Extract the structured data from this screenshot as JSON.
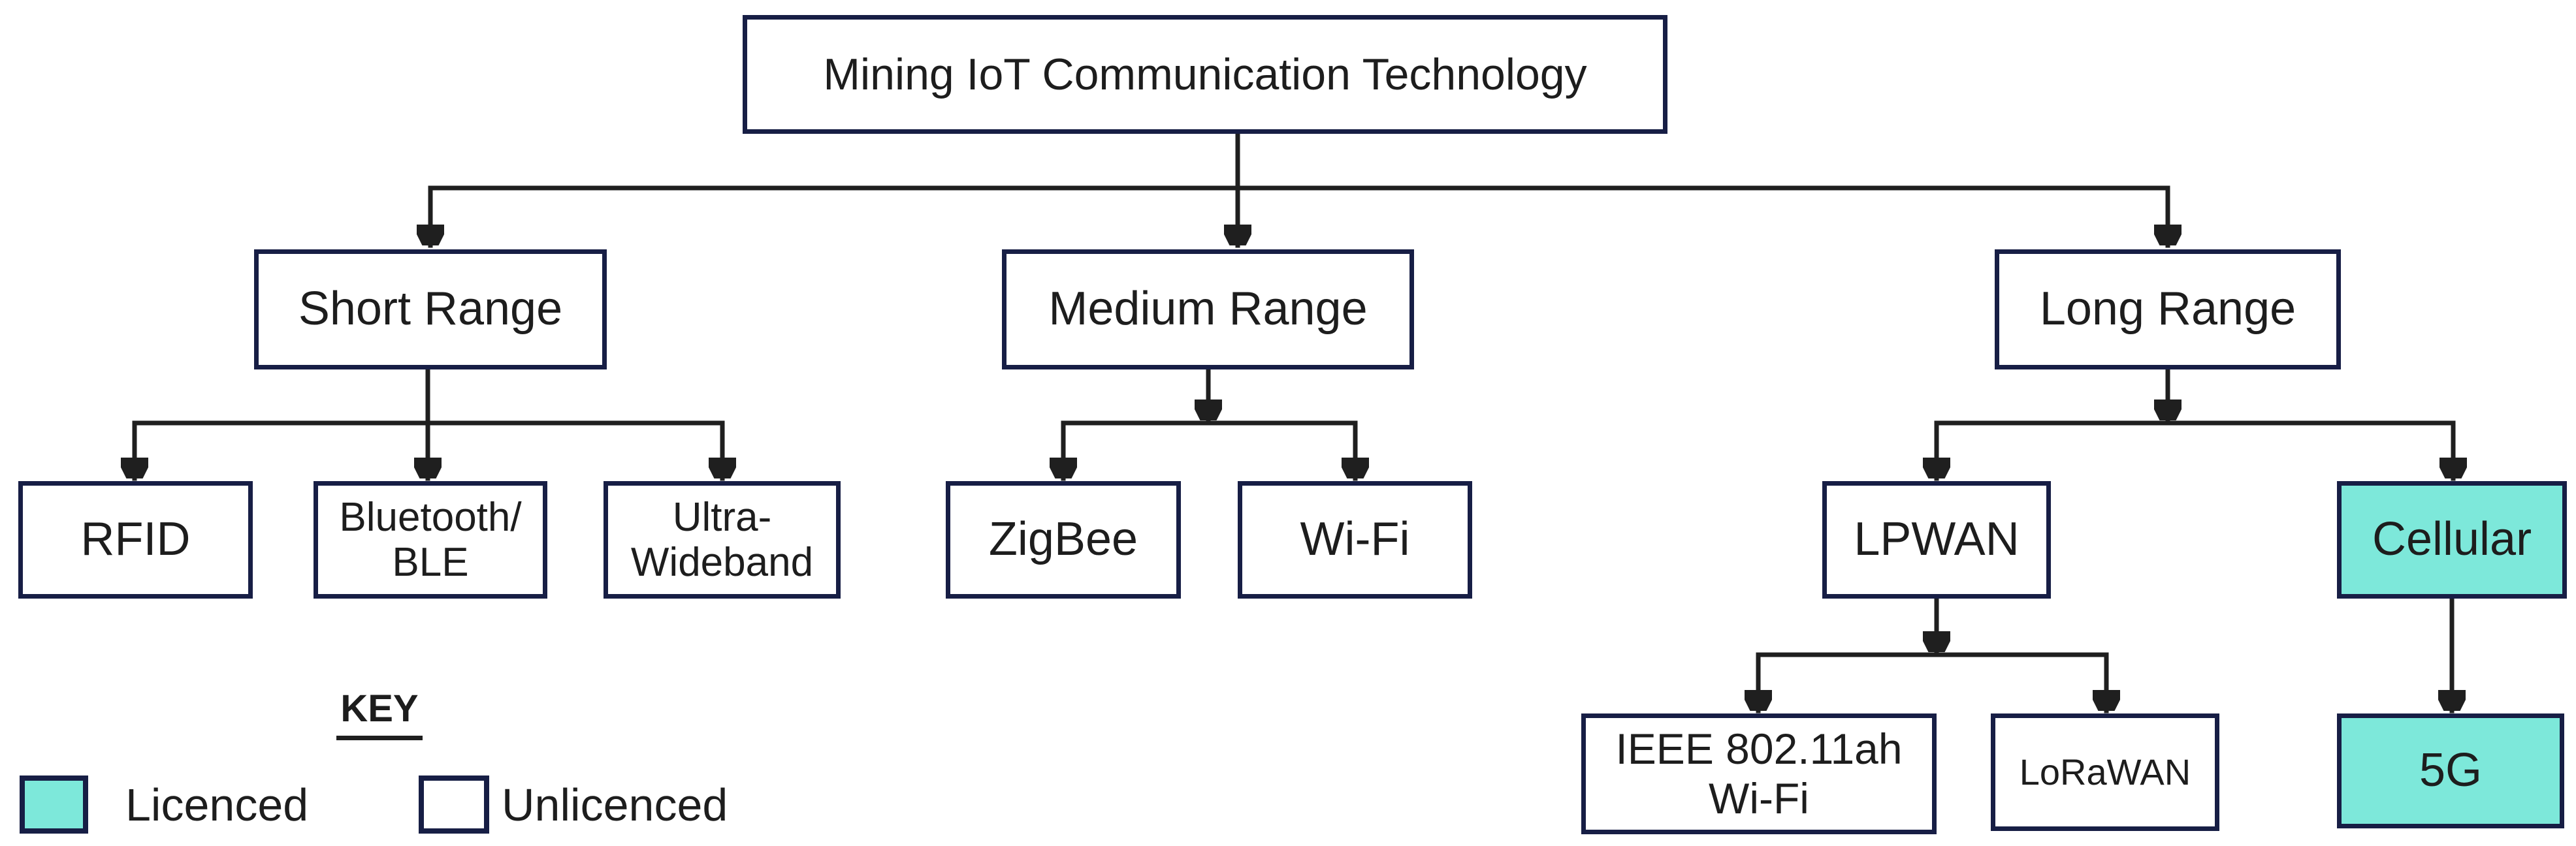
{
  "diagram": {
    "title": "Mining IoT Communication Technology",
    "nodes": {
      "short_range": {
        "label": "Short Range",
        "licenced": false
      },
      "medium_range": {
        "label": "Medium Range",
        "licenced": false
      },
      "long_range": {
        "label": "Long Range",
        "licenced": false
      },
      "rfid": {
        "label": "RFID",
        "licenced": false
      },
      "bluetooth_ble": {
        "label": "Bluetooth/\nBLE",
        "licenced": false
      },
      "ultra_wideband": {
        "label": "Ultra-\nWideband",
        "licenced": false
      },
      "zigbee": {
        "label": "ZigBee",
        "licenced": false
      },
      "wifi": {
        "label": "Wi-Fi",
        "licenced": false
      },
      "lpwan": {
        "label": "LPWAN",
        "licenced": false
      },
      "cellular": {
        "label": "Cellular",
        "licenced": true
      },
      "ieee_80211ah_wifi": {
        "label": "IEEE 802.11ah\nWi-Fi",
        "licenced": false
      },
      "lorawan": {
        "label": "LoRaWAN",
        "licenced": false
      },
      "five_g": {
        "label": "5G",
        "licenced": true
      }
    },
    "edges": [
      [
        "title",
        "short_range"
      ],
      [
        "title",
        "medium_range"
      ],
      [
        "title",
        "long_range"
      ],
      [
        "short_range",
        "rfid"
      ],
      [
        "short_range",
        "bluetooth_ble"
      ],
      [
        "short_range",
        "ultra_wideband"
      ],
      [
        "medium_range",
        "zigbee"
      ],
      [
        "medium_range",
        "wifi"
      ],
      [
        "long_range",
        "lpwan"
      ],
      [
        "long_range",
        "cellular"
      ],
      [
        "lpwan",
        "ieee_80211ah_wifi"
      ],
      [
        "lpwan",
        "lorawan"
      ],
      [
        "cellular",
        "five_g"
      ]
    ],
    "key": {
      "heading": "KEY",
      "licenced_label": "Licenced",
      "unlicenced_label": "Unlicenced"
    },
    "colors": {
      "licenced_fill": "#7DE8DA",
      "unlicenced_fill": "#FFFFFF",
      "box_border": "#171E45",
      "connector": "#1F1F1F",
      "text": "#1D1D1D"
    }
  }
}
